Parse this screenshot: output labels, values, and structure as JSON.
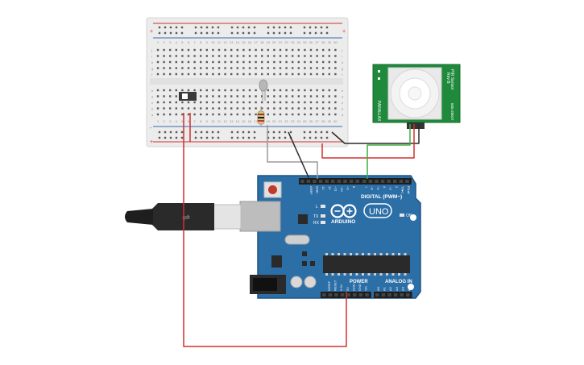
{
  "colors": {
    "board": "#2c6ea6",
    "board_edge": "#1f5585",
    "breadboard": "#ebebeb",
    "rail_red": "#d0302e",
    "rail_blue": "#3a66b4",
    "wire_red": "#d0302e",
    "wire_black": "#2a2a2a",
    "wire_green": "#3fae3f",
    "wire_gray": "#9a9a9a",
    "pir_green": "#1f8a3c"
  },
  "breadboard": {
    "rail_plus": "+",
    "rail_minus": "-",
    "col_numbers": [
      "1",
      "2",
      "3",
      "4",
      "5",
      "6",
      "7",
      "8",
      "9",
      "10",
      "11",
      "12",
      "13",
      "14",
      "15",
      "16",
      "17",
      "18",
      "19",
      "20",
      "21",
      "22",
      "23",
      "24",
      "25",
      "26",
      "27",
      "28",
      "29",
      "30"
    ],
    "row_letters_top": [
      "j",
      "i",
      "h",
      "g",
      "f"
    ],
    "row_letters_bottom": [
      "e",
      "d",
      "c",
      "b",
      "a"
    ]
  },
  "pir_sensor": {
    "brand": "PARALLAX",
    "name_line1": "PIR Sensor",
    "name_line2": "Rev B",
    "part_no": "555-28027"
  },
  "arduino": {
    "logo_text": "ARDUINO",
    "model": "UNO",
    "digital_label": "DIGITAL (PWM~)",
    "power_label": "POWER",
    "analog_label": "ANALOG IN",
    "led_labels": [
      "L",
      "TX",
      "RX"
    ],
    "on_label": "ON",
    "digital_pins": [
      "AREF",
      "GND",
      "13",
      "12",
      "~11",
      "~10",
      "~9",
      "8",
      "7",
      "~6",
      "~5",
      "4",
      "~3",
      "2",
      "TX▸1",
      "RX◂0"
    ],
    "power_pins": [
      "IOREF",
      "RESET",
      "3.3V",
      "5V",
      "GND",
      "GND",
      "Vin"
    ],
    "analog_pins": [
      "A0",
      "A1",
      "A2",
      "A3",
      "A4",
      "A5"
    ]
  }
}
